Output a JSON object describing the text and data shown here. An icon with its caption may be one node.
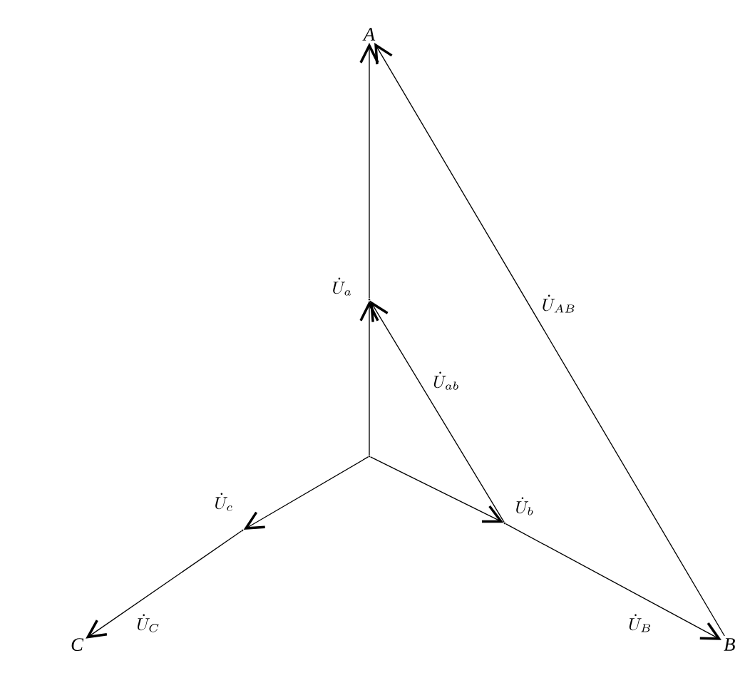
{
  "diagram": {
    "nodes": [
      {
        "text": [
          "A"
        ]
      },
      {
        "text": [
          "B"
        ]
      },
      {
        "text": [
          "C"
        ]
      },
      {
        "text": [],
        "shape": "point"
      },
      {
        "text": [],
        "shape": "point"
      },
      {
        "text": [],
        "shape": "point"
      },
      {
        "text": [],
        "shape": "point"
      }
    ],
    "edges": [
      {
        "from": 3,
        "to": 4,
        "arrow": "to",
        "label": "\\dot{U}_{a}"
      },
      {
        "from": 4,
        "to": 0,
        "arrow": "to"
      },
      {
        "from": 3,
        "to": 5,
        "arrow": "to",
        "label": "\\dot{U}_{b}"
      },
      {
        "from": 5,
        "to": 1,
        "arrow": "to",
        "label": "\\dot{U}_{B}"
      },
      {
        "from": 3,
        "to": 6,
        "arrow": "to",
        "label": "\\dot{U}_{c}"
      },
      {
        "from": 6,
        "to": 2,
        "arrow": "to",
        "label": "\\dot{U}_{C}"
      },
      {
        "from": 5,
        "to": 4,
        "arrow": "to",
        "label": "\\dot{U}_{ab}"
      },
      {
        "from": 1,
        "to": 0,
        "arrow": "to",
        "label": "\\dot{U}_{AB}"
      }
    ]
  }
}
